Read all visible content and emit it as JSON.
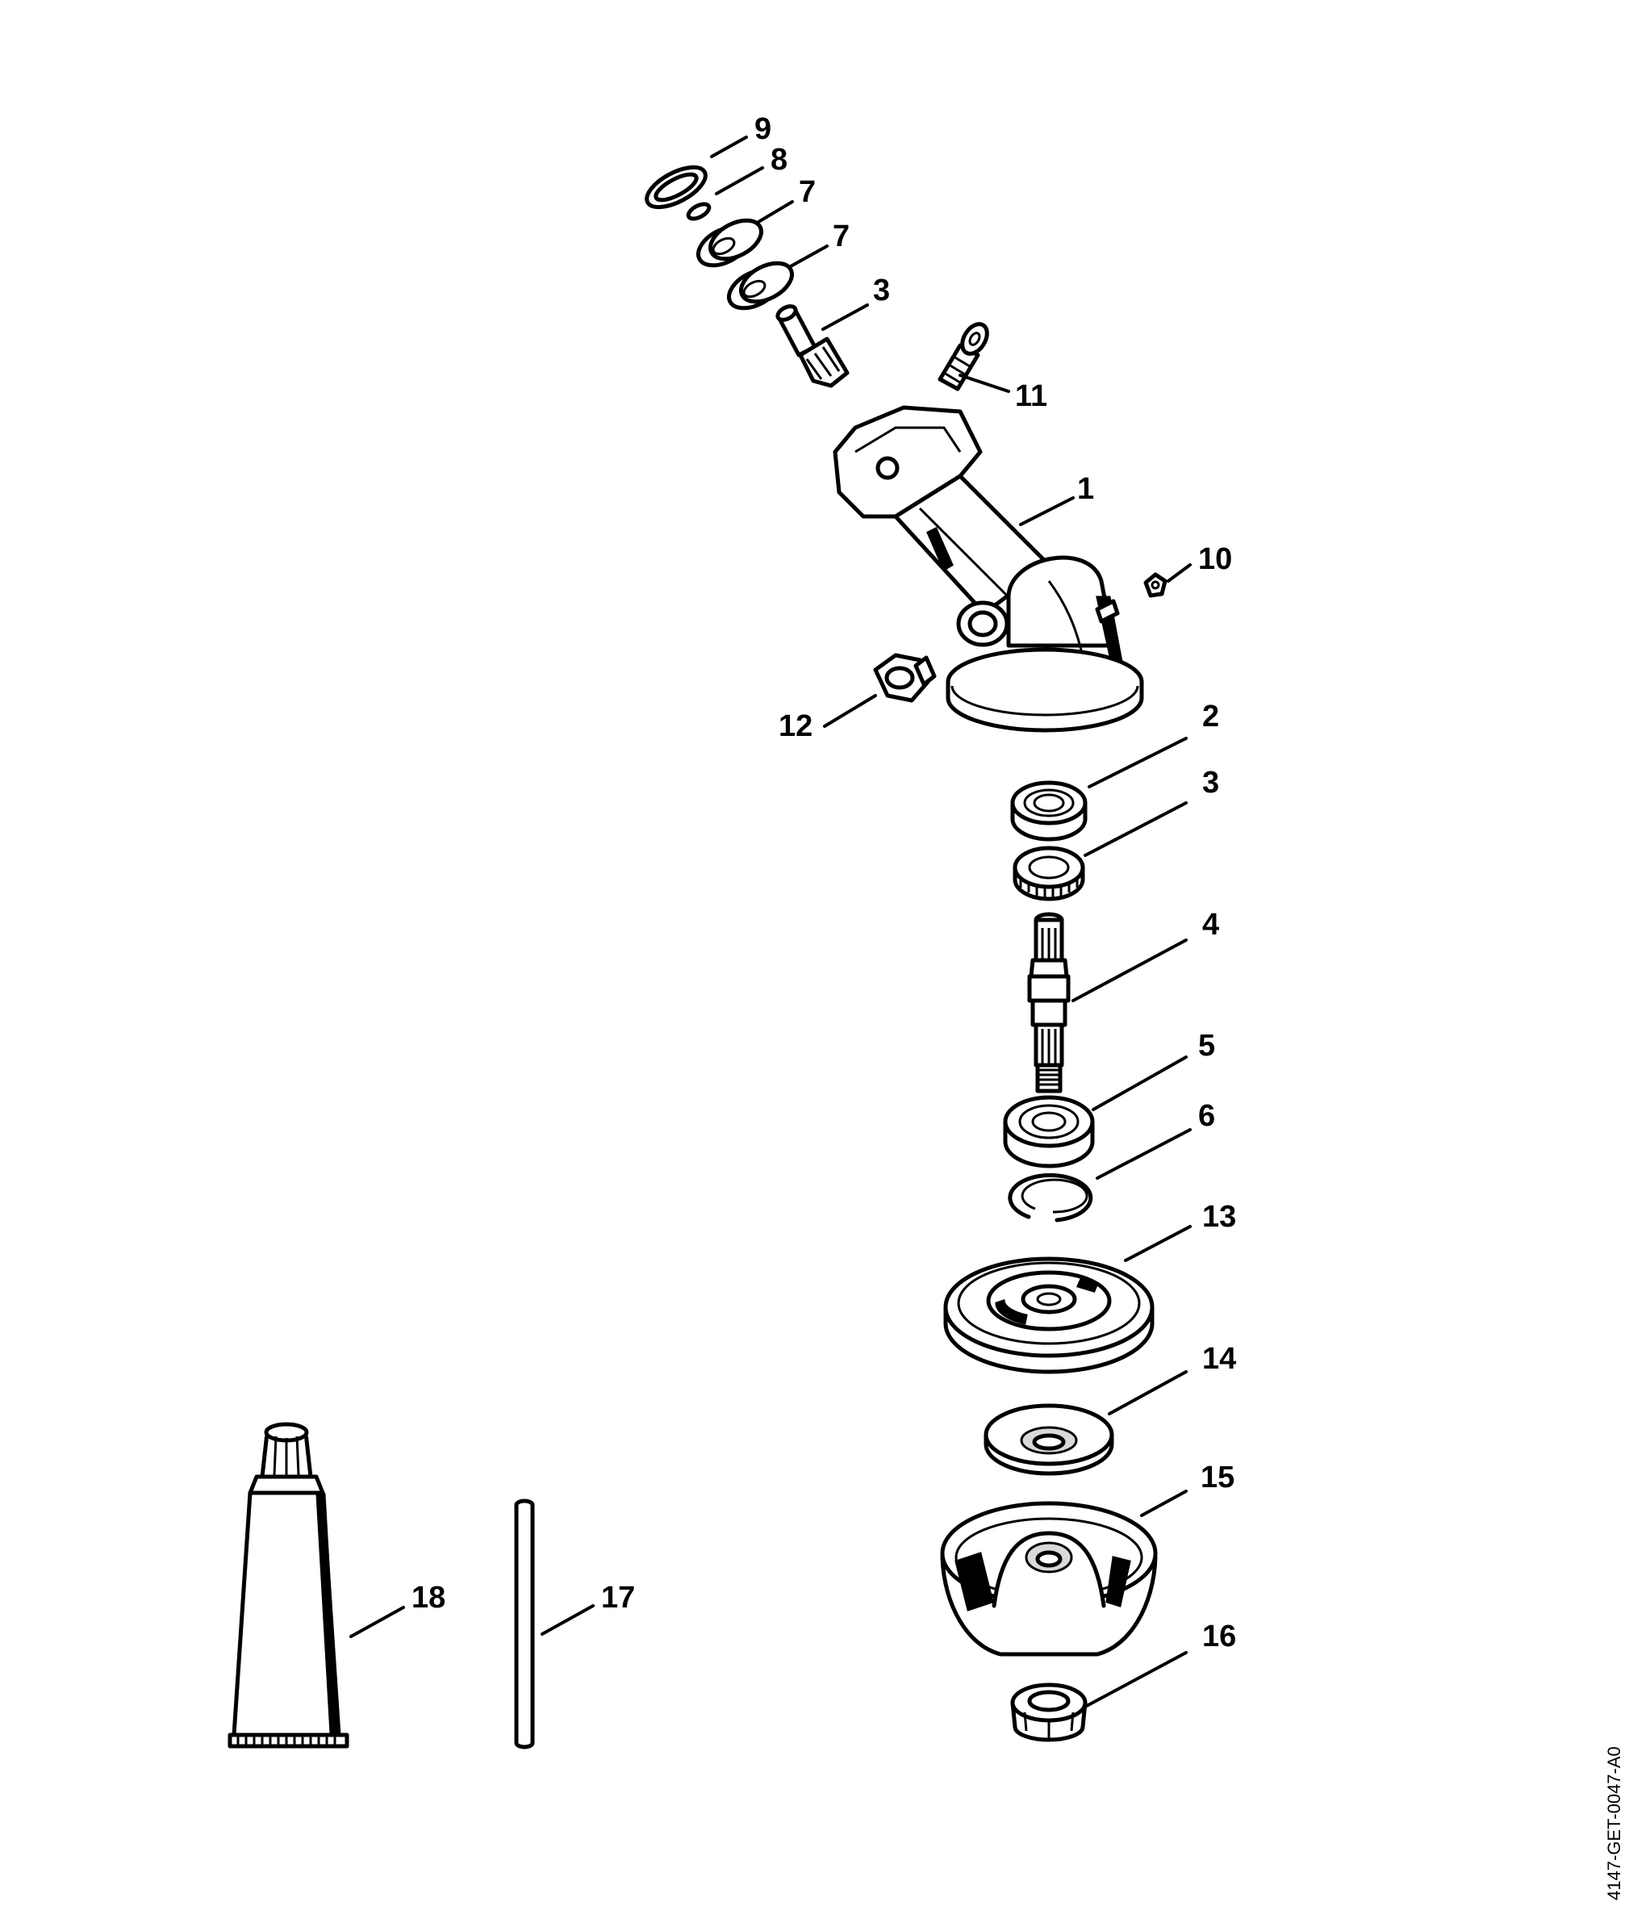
{
  "callouts": {
    "c1": "1",
    "c2": "2",
    "c3a": "3",
    "c3b": "3",
    "c4": "4",
    "c5": "5",
    "c6": "6",
    "c7a": "7",
    "c7b": "7",
    "c8": "8",
    "c9": "9",
    "c10": "10",
    "c11": "11",
    "c12": "12",
    "c13": "13",
    "c14": "14",
    "c15": "15",
    "c16": "16",
    "c17": "17",
    "c18": "18"
  },
  "document_id": "4147-GET-0047-A0"
}
